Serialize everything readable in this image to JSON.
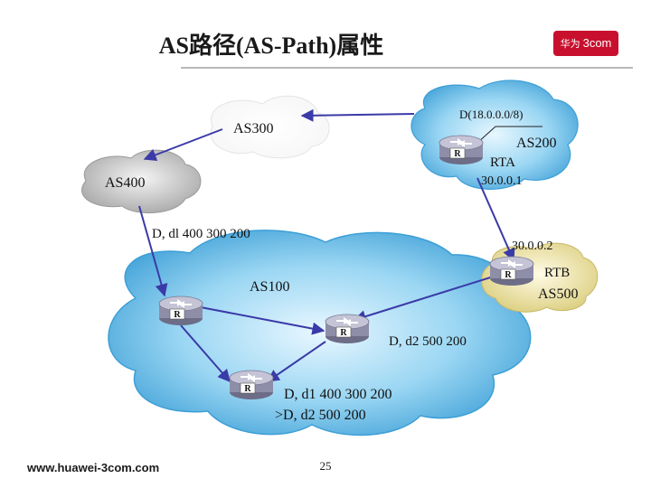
{
  "title": "AS路径(AS-Path)属性",
  "logo": {
    "cn": "华为",
    "brand": "3com"
  },
  "footer": {
    "url": "www.huawei-3com.com",
    "page_number": "25"
  },
  "clouds": {
    "as300": "AS300",
    "as400": "AS400",
    "as200": "AS200",
    "as100": "AS100",
    "as500": "AS500"
  },
  "routers": {
    "rta": {
      "name": "RTA",
      "ip": "30.0.0.1"
    },
    "rtb": {
      "name": "RTB",
      "ip": "30.0.0.2"
    }
  },
  "annotations": {
    "route_origin": "D(18.0.0.0/8)",
    "path_via_as400": "D, dl 400 300 200",
    "path_via_as500": "D, d2 500 200",
    "table_line1": "D, d1 400 300 200",
    "table_line2": ">D, d2 500 200"
  },
  "router_glyph": "R",
  "colors": {
    "arrow": "#3a3aa8",
    "cloud_blue": "#7cc8ee",
    "cloud_grey": "#c9c9c9",
    "cloud_yellow": "#f4ecb8",
    "router_body": "#8e8ea8",
    "logo": "#c8102e"
  }
}
